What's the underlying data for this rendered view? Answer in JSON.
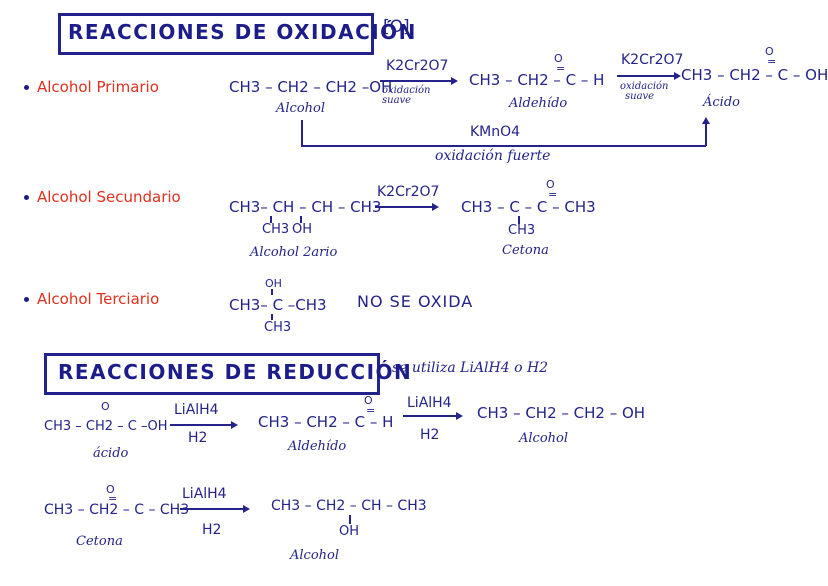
{
  "oxidation": {
    "title": "REACCIONES DE OXIDACIÓN",
    "symbol": "[O]"
  },
  "reduction": {
    "title": "REACCIONES DE REDUCCIÓN",
    "note": "se utiliza LiAlH4 o H2"
  },
  "primary": {
    "label": "Alcohol Primario",
    "reactant": "CH3 – CH2 – CH2 –OH",
    "reactant_name": "Alcohol",
    "reagent1": "K2Cr2O7",
    "condition1_line1": "oxidación",
    "condition1_line2": "suave",
    "product1_o": "O",
    "product1": "CH3 – CH2 – C – H",
    "product1_name": "Aldehído",
    "reagent2": "K2Cr2O7",
    "condition2_line1": "oxidación",
    "condition2_line2": "suave",
    "product2_o": "O",
    "product2": "CH3 – CH2 – C – OH",
    "product2_name": "Ácido",
    "strong_reagent": "KMnO4",
    "strong_label": "oxidación fuerte"
  },
  "secondary": {
    "label": "Alcohol Secundario",
    "reactant": "CH3– CH – CH – CH3",
    "reactant_sub1": "CH3",
    "reactant_sub2": "OH",
    "reactant_name": "Alcohol 2ario",
    "reagent": "K2Cr2O7",
    "product_o": "O",
    "product": "CH3 – C – C – CH3",
    "product_sub": "CH3",
    "product_name": "Cetona"
  },
  "tertiary": {
    "label": "Alcohol Terciario",
    "top": "OH",
    "main": "CH3– C –CH3",
    "bottom": "CH3",
    "result": "NO SE OXIDA"
  },
  "reduction_acid": {
    "reactant": "CH3 – CH2 – C –OH",
    "reactant_o": "O",
    "reactant_name": "ácido",
    "reagent1": "LiAlH4",
    "reagent1_below": "H2",
    "product1_o": "O",
    "product1": "CH3 – CH2 – C – H",
    "product1_name": "Aldehído",
    "reagent2": "LiAlH4",
    "reagent2_below": "H2",
    "product2": "CH3 – CH2 – CH2 – OH",
    "product2_name": "Alcohol"
  },
  "reduction_ketone": {
    "reactant_o": "O",
    "reactant": "CH3 – CH2 – C – CH3",
    "reactant_name": "Cetona",
    "reagent": "LiAlH4",
    "reagent_below": "H2",
    "product": "CH3 – CH2 – CH – CH3",
    "product_sub": "OH",
    "product_name": "Alcohol"
  },
  "colors": {
    "ink": "#23238a",
    "red": "#e0301e"
  }
}
